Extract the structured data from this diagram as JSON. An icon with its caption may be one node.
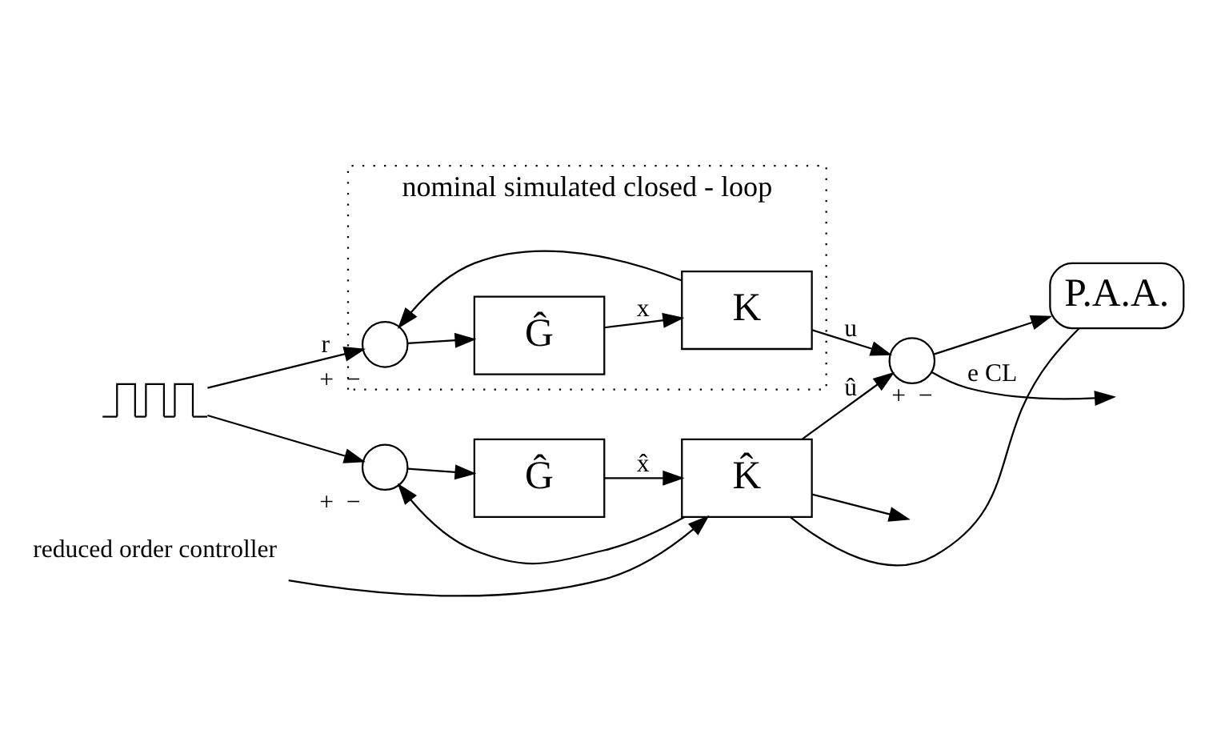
{
  "diagram": {
    "nodes": [
      {
        "text": [
          "nominal simulated closed - loop"
        ]
      },
      {
        "text": [],
        "shape": "circle",
        "in": 0,
        "beside": [
          "+",
          "−"
        ]
      },
      {
        "text": [
          "Ĝ"
        ],
        "in": 0
      },
      {
        "text": [
          "K"
        ],
        "in": 0
      },
      {
        "text": [],
        "shape": "picture"
      },
      {
        "text": [],
        "shape": "circle",
        "beside": [
          "+",
          "−"
        ]
      },
      {
        "text": [],
        "shape": "circle",
        "beside": [
          "+",
          "−"
        ]
      },
      {
        "text": [
          "Ĝ"
        ]
      },
      {
        "text": [
          "K̂"
        ]
      },
      {
        "text": [
          "P.A.A."
        ]
      },
      {
        "text": [
          "reduced order controller"
        ]
      }
    ],
    "edges": [
      {
        "from": 4,
        "to": 1,
        "arrow": "to",
        "label": "r"
      },
      {
        "from": 1,
        "to": 2,
        "arrow": "to"
      },
      {
        "from": 2,
        "to": 3,
        "arrow": "to",
        "label": "x"
      },
      {
        "from": 3,
        "to": 5,
        "arrow": "to",
        "label": "u"
      },
      {
        "from": 3,
        "to": 1,
        "arrow": "to"
      },
      {
        "from": 4,
        "to": 6,
        "arrow": "to"
      },
      {
        "from": 6,
        "to": 7,
        "arrow": "to"
      },
      {
        "from": 7,
        "to": 8,
        "arrow": "to",
        "label": "x̂"
      },
      {
        "from": 8,
        "to": 6,
        "arrow": "to"
      },
      {
        "from": 8,
        "to": 5,
        "arrow": "to",
        "label": "û"
      },
      {
        "from": 5,
        "to": null,
        "arrow": "to",
        "label": "e CL"
      },
      {
        "from": 5,
        "to": 9,
        "arrow": "to"
      },
      {
        "from": 9,
        "to": 8,
        "arrow": "none"
      },
      {
        "from": 8,
        "to": null,
        "arrow": "to"
      },
      {
        "from": 10,
        "to": 8,
        "arrow": "to"
      }
    ]
  }
}
